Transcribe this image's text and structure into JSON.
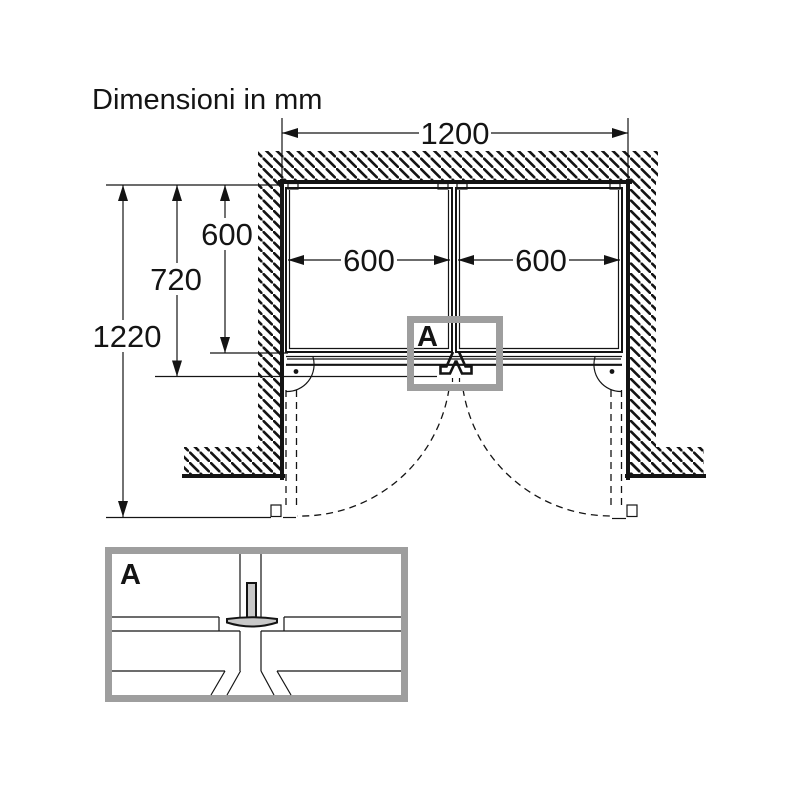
{
  "title": "Dimensioni in mm",
  "dimensions": {
    "niche_width": "1200",
    "appliance_depth": "600",
    "depth_with_door": "720",
    "depth_door_open": "1220",
    "left_door_width": "600",
    "right_door_width": "600"
  },
  "callouts": {
    "detail_marker": "A",
    "detail_view": "A"
  },
  "colors": {
    "line": "#141414",
    "callout_gray": "#9e9e9e",
    "part_fill": "#c9c9c9",
    "background": "#ffffff"
  }
}
